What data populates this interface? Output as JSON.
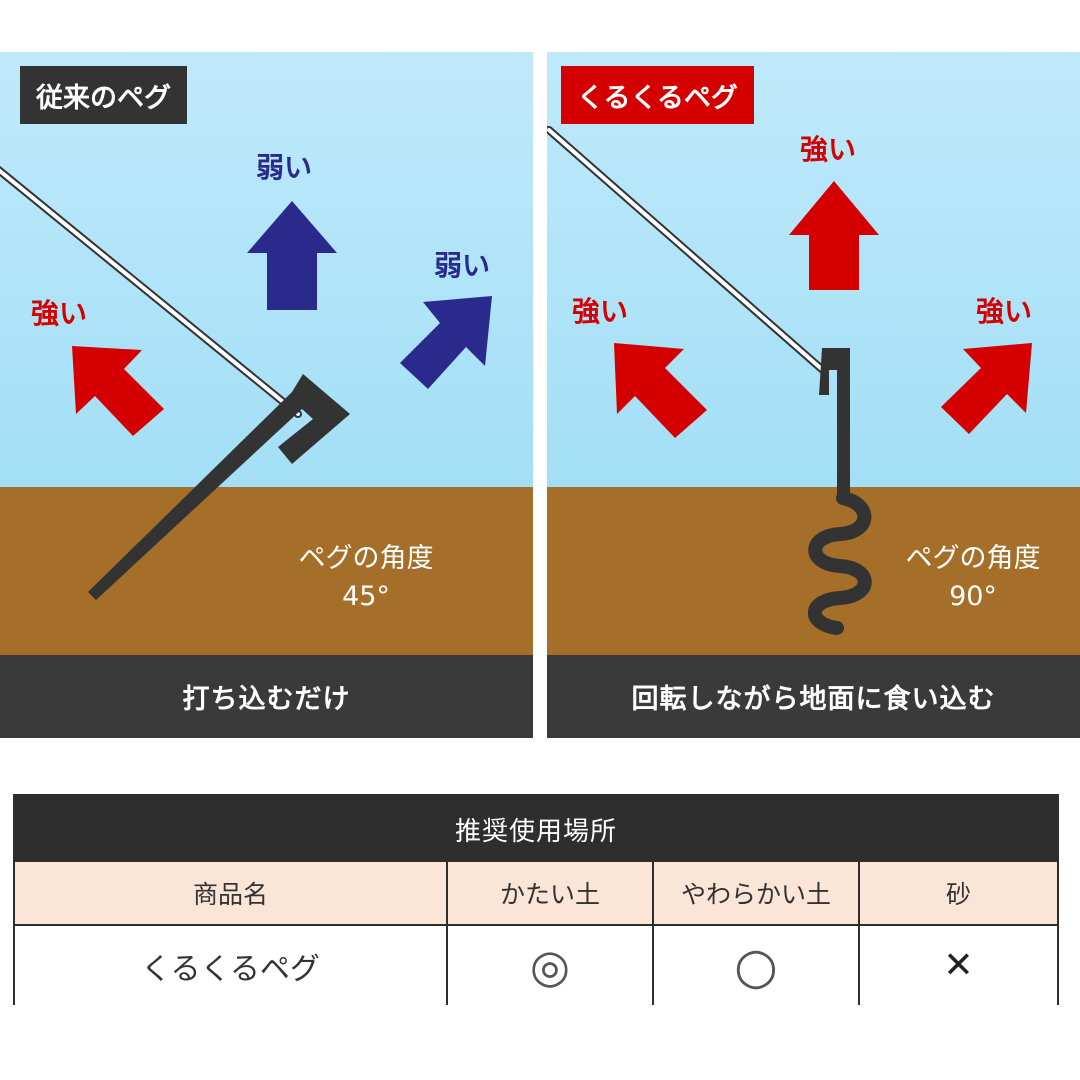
{
  "left_panel": {
    "tag": "従来のペグ",
    "arrow_up_label": "弱い",
    "arrow_upright_label": "弱い",
    "arrow_upleft_label": "強い",
    "angle_title": "ペグの角度",
    "angle_value": "45°",
    "caption": "打ち込むだけ"
  },
  "right_panel": {
    "tag": "くるくるペグ",
    "arrow_up_label": "強い",
    "arrow_upright_label": "強い",
    "arrow_upleft_label": "強い",
    "angle_title": "ペグの角度",
    "angle_value": "90°",
    "caption": "回転しながら地面に食い込む"
  },
  "table": {
    "title": "推奨使用場所",
    "headers": [
      "商品名",
      "かたい土",
      "やわらかい土",
      "砂"
    ],
    "row": [
      "くるくるペグ",
      "◎",
      "○",
      "✕"
    ]
  },
  "colors": {
    "strong": "#d40000",
    "weak": "#2a2a8c",
    "tag_left": "#333333",
    "tag_right": "#d40000",
    "soil": "#a56f2a",
    "table_header_row": "#fbe5d6"
  }
}
